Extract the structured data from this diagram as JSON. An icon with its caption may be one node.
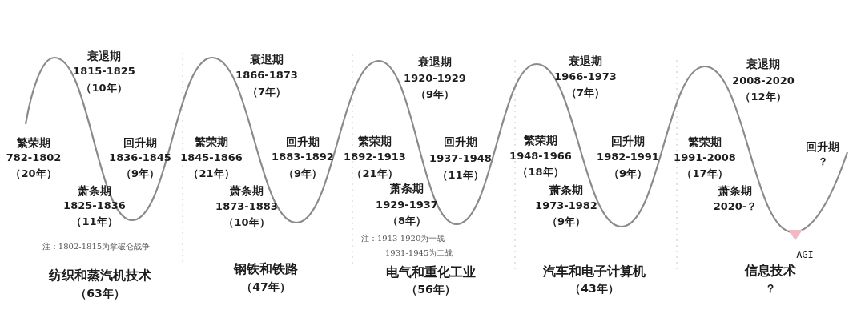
{
  "diagram": {
    "labels": [
      "衰退期",
      "1815-1825",
      "（10年）",
      "繁荣期",
      "782-1802",
      "（20年）",
      "回升期",
      "1836-1845",
      "（9年）",
      "萧条期",
      "1825-1836",
      "（11年）",
      "注：1802-1815为拿破仑战争",
      "纺织和蒸汽机技术",
      "（63年）",
      "衰退期",
      "1866-1873",
      "（7年）",
      "繁荣期",
      "1845-1866",
      "（21年）",
      "回升期",
      "1883-1892",
      "（9年）",
      "萧条期",
      "1873-1883",
      "（10年）",
      "钢铁和铁路",
      "（47年）",
      "衰退期",
      "1920-1929",
      "（9年）",
      "繁荣期",
      "1892-1913",
      "（21年）",
      "回升期",
      "1937-1948",
      "（11年）",
      "萧条期",
      "1929-1937",
      "（8年）",
      "注：1913-1920为一战",
      "1931-1945为二战",
      "电气和重化工业",
      "（56年）",
      "衰退期",
      "1966-1973",
      "（7年）",
      "繁荣期",
      "1948-1966",
      "（18年）",
      "回升期",
      "1982-1991",
      "（9年）",
      "萧条期",
      "1973-1982",
      "（9年）",
      "汽车和电子计算机",
      "（43年）",
      "衰退期",
      "2008-2020",
      "（12年）",
      "繁荣期",
      "1991-2008",
      "（17年）",
      "回升期",
      "？",
      "萧条期",
      "2020-？",
      "AGI",
      "信息技术",
      "？"
    ]
  }
}
